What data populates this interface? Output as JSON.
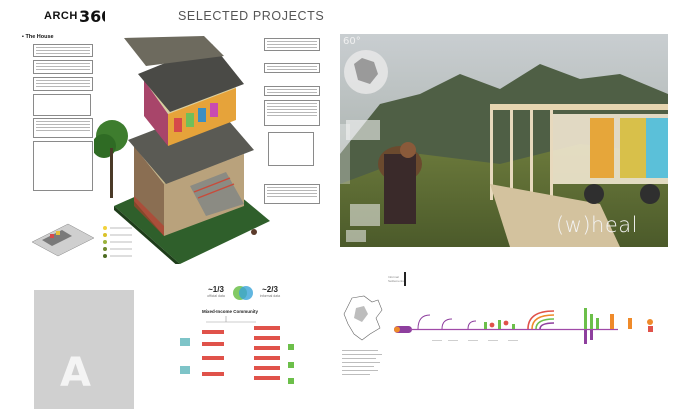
{
  "header": {
    "logo_text": "ARCH",
    "logo_mark_icon": "360-mark-icon",
    "title": "SELECTED PROJECTS"
  },
  "left_sheet": {
    "section_label": "▪ The House",
    "legend_colors": [
      "#f2d23c",
      "#d9c22a",
      "#9bb33b",
      "#6f8a2e",
      "#4b6a20"
    ]
  },
  "right_sheet": {
    "corner_tag": "60°",
    "project_title": "(w)heal"
  },
  "bottom_sheet": {
    "card_letter": "A",
    "stats": [
      {
        "big": "~1/3",
        "small": "official data"
      },
      {
        "big": "~2/3",
        "small": "informal data"
      }
    ],
    "subtitle": "Mixed-Income Community",
    "small_label": "Informal Settlements"
  },
  "colors": {
    "accent_red": "#e0524a",
    "accent_green": "#6cbf4a",
    "accent_purple": "#8e3f9e",
    "accent_orange": "#ef8a2a",
    "accent_blue": "#3aa4d8"
  }
}
